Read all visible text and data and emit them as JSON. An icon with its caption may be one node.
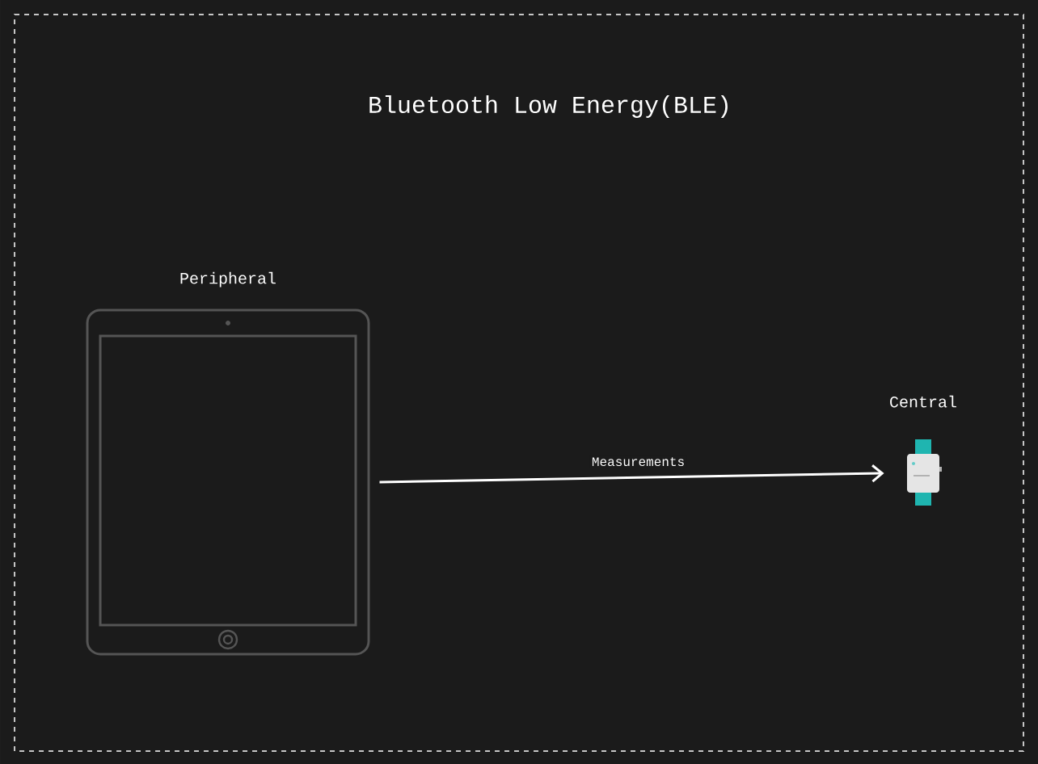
{
  "diagram": {
    "title": "Bluetooth Low Energy(BLE)",
    "nodes": [
      {
        "text": [
          "Peripheral"
        ]
      },
      {
        "text": [
          "Central"
        ]
      }
    ],
    "edges": [
      {
        "from": 0,
        "to": 1,
        "arrow": "to",
        "label": "Measurements"
      }
    ]
  }
}
